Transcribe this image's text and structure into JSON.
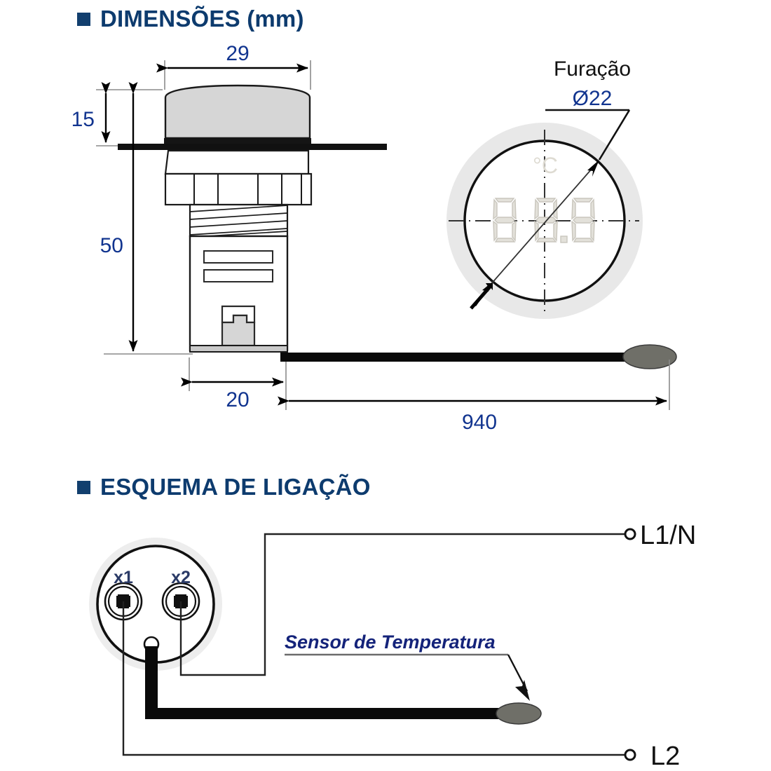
{
  "sections": {
    "dimensions": {
      "title": "DIMENSÕES (mm)",
      "bullet_color": "#123f6e",
      "title_color": "#0d3b6e"
    },
    "wiring": {
      "title": "ESQUEMA DE LIGAÇÃO",
      "bullet_color": "#123f6e",
      "title_color": "#0d3b6e"
    }
  },
  "dimension_drawing": {
    "side_view": {
      "width_top": "29",
      "bezel_height": "15",
      "body_depth": "50",
      "body_width": "20",
      "cable_length": "940"
    },
    "front_view": {
      "callout_line1": "Furação",
      "callout_line2": "Ø22",
      "display_value": "88.8",
      "display_unit": "°C"
    },
    "dim_text_color": "#11348f",
    "callout_text_color": "#111111",
    "ring_color": "#e8e8e8",
    "cap_fill": "#d6d6d6",
    "probe_fill": "#6f6f68"
  },
  "wiring_diagram": {
    "terminals": [
      {
        "id": "x1",
        "label": "x1"
      },
      {
        "id": "x2",
        "label": "x2"
      }
    ],
    "lines": [
      {
        "id": "l1n",
        "label": "L1/N"
      },
      {
        "id": "l2",
        "label": "L2"
      }
    ],
    "sensor_label": "Sensor de Temperatura",
    "sensor_label_color": "#14237a",
    "terminal_label_color": "#2a3a66",
    "line_label_color": "#111111",
    "cable_color": "#0a0a0a",
    "probe_fill": "#6f6f68"
  }
}
